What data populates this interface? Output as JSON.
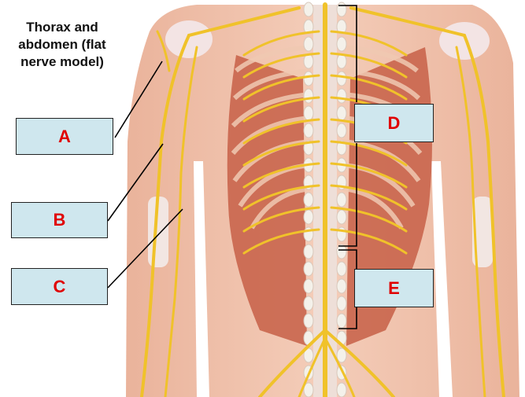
{
  "title_lines": [
    "Thorax and",
    "abdomen (flat",
    "nerve model)"
  ],
  "labels": {
    "a": "A",
    "b": "B",
    "c": "C",
    "d": "D",
    "e": "E"
  },
  "colors": {
    "label_text": "#e00000",
    "label_fill": "#cfe7ee",
    "skin": "#f1c3ac",
    "muscle": "#c9654c",
    "nerve": "#f0c22a",
    "vertebra": "#f4f1ea"
  }
}
